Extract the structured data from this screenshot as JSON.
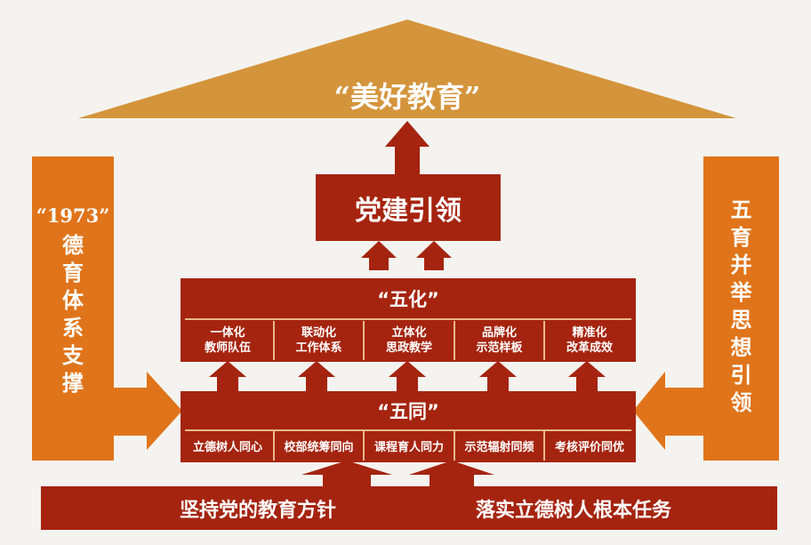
{
  "roof": {
    "title": "“美好教育”"
  },
  "party": {
    "title": "党建引领"
  },
  "wuhua": {
    "title": "“五化”",
    "items": [
      {
        "line1": "一体化",
        "line2": "教师队伍"
      },
      {
        "line1": "联动化",
        "line2": "工作体系"
      },
      {
        "line1": "立体化",
        "line2": "思政教学"
      },
      {
        "line1": "品牌化",
        "line2": "示范样板"
      },
      {
        "line1": "精准化",
        "line2": "改革成效"
      }
    ]
  },
  "wutong": {
    "title": "“五同”",
    "items": [
      "立德树人同心",
      "校部统筹同向",
      "课程育人同力",
      "示范辐射同频",
      "考核评价同优"
    ]
  },
  "left_pillar": {
    "line1": "“1973”",
    "chars": [
      "德",
      "育",
      "体",
      "系",
      "支",
      "撑"
    ]
  },
  "right_pillar": {
    "chars": [
      "五",
      "育",
      "并",
      "举",
      "思",
      "想",
      "引",
      "领"
    ]
  },
  "base": {
    "left": "坚持党的教育方针",
    "right": "落实立德树人根本任务"
  },
  "colors": {
    "roof": "#d4943c",
    "dark_red": "#a5240f",
    "orange": "#e0741a",
    "background": "#f4f3ef"
  }
}
